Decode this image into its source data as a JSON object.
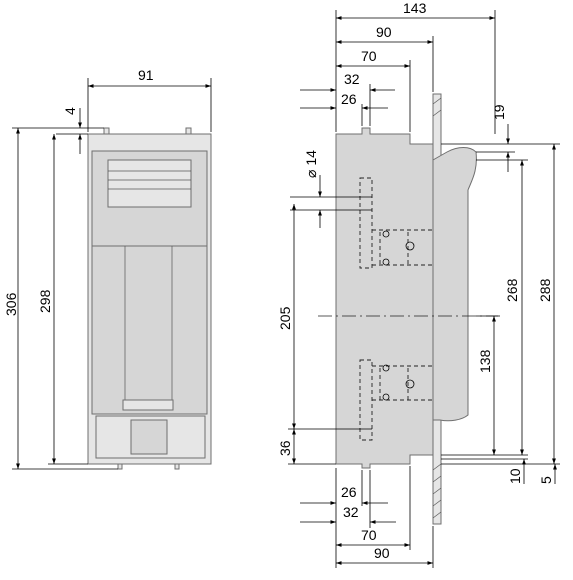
{
  "front_view": {
    "width_label": "91",
    "top_offset_label": "4",
    "total_height_label": "306",
    "inner_height_label": "298"
  },
  "side_view": {
    "total_depth_label": "143",
    "depth_90_label": "90",
    "depth_70_label": "70",
    "depth_32_label": "32",
    "depth_26_label": "26",
    "top_step_label": "19",
    "hole_diameter_label": "⌀ 14",
    "hole_spacing_label": "205",
    "bottom_hole_label": "36",
    "height_268_label": "268",
    "height_288_label": "288",
    "height_138_label": "138",
    "bottom_step_10_label": "10",
    "bottom_step_5_label": "5",
    "bottom_26_label": "26",
    "bottom_32_label": "32",
    "bottom_70_label": "70",
    "bottom_90_label": "90"
  }
}
